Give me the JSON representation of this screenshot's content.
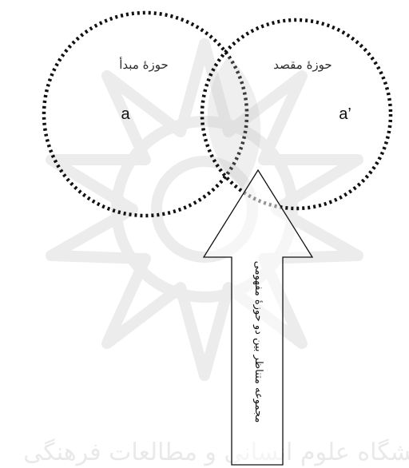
{
  "diagram": {
    "source_domain_label": "حوزهٔ مبدأ",
    "target_domain_label": "حوزهٔ مقصد",
    "source_var": "a",
    "target_var": "a’",
    "arrow_label": "مجموعه متناظر بین دو حوزهٔ مفهومی",
    "watermark_text": "پژوهشگاه علوم انسانی و مطالعات فرهنگی",
    "colors": {
      "circle_stroke": "#111111",
      "arrow_stroke": "#111111",
      "watermark": "#e9e9e9"
    }
  }
}
